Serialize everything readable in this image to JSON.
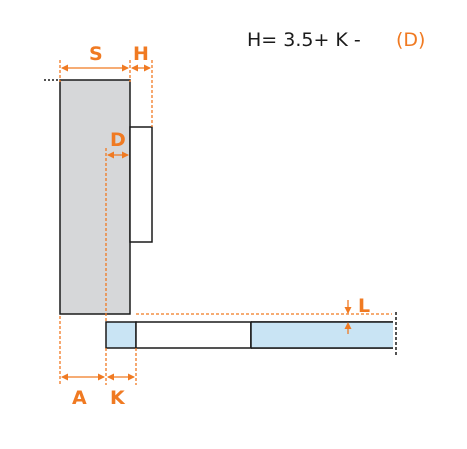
{
  "formula": {
    "text": "H= 3.5+ K -",
    "suffix": "(D)"
  },
  "labels": {
    "s": "S",
    "h": "H",
    "d": "D",
    "l": "L",
    "a": "A",
    "k": "K"
  },
  "colors": {
    "accent": "#F07A22",
    "panel_gray": "#D6D7D9",
    "glass_blue": "#C9E4F4",
    "outline": "#1A1A1A",
    "text": "#1A1A1A"
  }
}
